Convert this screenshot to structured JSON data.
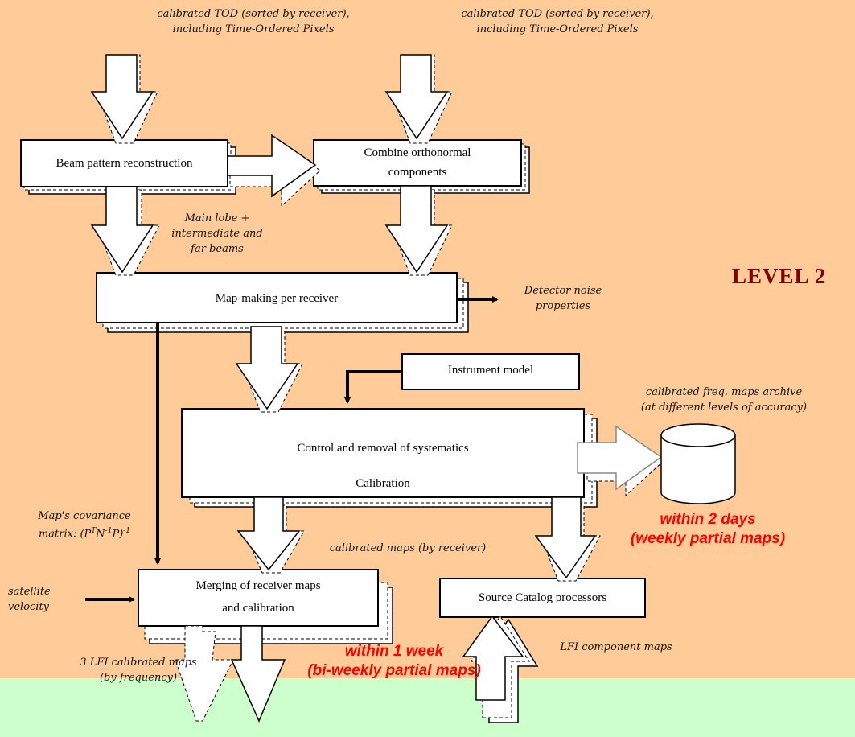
{
  "diagram": {
    "title": "LEVEL 2",
    "colors": {
      "background_top": "#FFCC99",
      "background_bottom": "#CCFFCC",
      "box_fill": "#FFFFFF",
      "line": "#000000",
      "level_label": "#800000",
      "timing_label": "#FF0000"
    },
    "inputs": {
      "tod_left": [
        "calibrated  TOD (sorted by receiver),",
        "including Time-Ordered Pixels"
      ],
      "tod_right": [
        "calibrated  TOD (sorted by receiver),",
        "including Time-Ordered Pixels"
      ]
    },
    "boxes": {
      "beam_pattern": "Beam pattern reconstruction",
      "combine": [
        "Combine orthonormal",
        "components"
      ],
      "map_making": "Map-making per receiver",
      "instrument_model": "Instrument model",
      "control": [
        "Control and removal of systematics",
        "Calibration"
      ],
      "merging": [
        "Merging of receiver maps",
        "and calibration"
      ],
      "source_catalog": "Source Catalog processors"
    },
    "labels": {
      "main_lobe": [
        "Main lobe +",
        "intermediate and",
        "far beams"
      ],
      "detector_noise": [
        "Detector noise",
        "properties"
      ],
      "archive": [
        "calibrated freq. maps archive",
        "(at different levels of accuracy)"
      ],
      "covariance": [
        "Map's covariance",
        "matrix: (P",
        "T",
        "N",
        "-1",
        "P)",
        "-1"
      ],
      "satellite_velocity": [
        "satellite",
        "velocity"
      ],
      "calibrated_maps_receiver": "calibrated  maps (by receiver)",
      "lfi_calibrated": [
        "3 LFI calibrated  maps",
        "(by frequency)"
      ],
      "lfi_component": "LFI component maps"
    },
    "timing": {
      "two_days": [
        "within 2 days",
        "(weekly partial maps)"
      ],
      "one_week": [
        "within 1 week",
        "(bi-weekly partial maps)"
      ]
    },
    "archive_icon": "database-cylinder-icon"
  }
}
